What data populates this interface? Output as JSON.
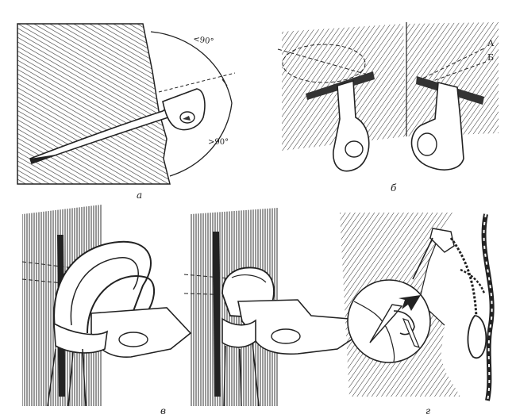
{
  "panels": [
    {
      "id": "a",
      "label": "а",
      "annotations": [
        "<90°",
        ">90°"
      ]
    },
    {
      "id": "b",
      "label": "б",
      "annotations": [
        "А",
        "Б"
      ]
    },
    {
      "id": "v",
      "label": "в",
      "annotations": []
    },
    {
      "id": "g",
      "label": "г",
      "annotations": []
    }
  ]
}
